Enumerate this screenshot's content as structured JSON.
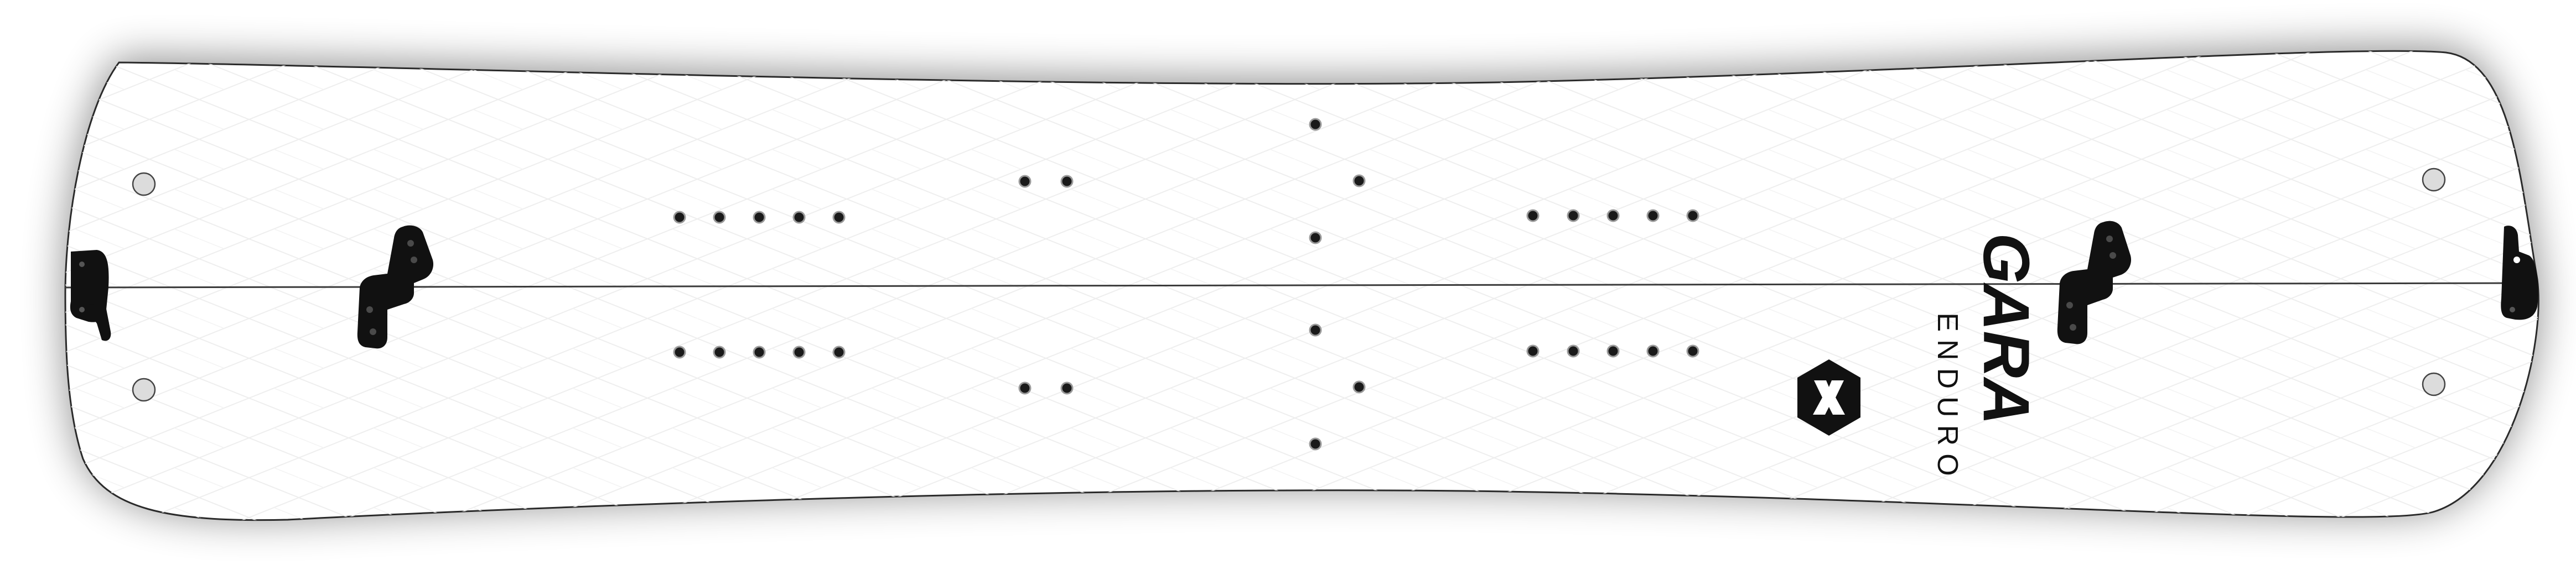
{
  "product": {
    "brand_logo_text": "GARA",
    "model": "ENDURO",
    "emblem": "hexagon-x-emblem",
    "surface_color": "#ffffff",
    "outline_color": "#2b2b2b",
    "hardware_color": "#111111",
    "pattern_color": "#e9e9e9"
  }
}
